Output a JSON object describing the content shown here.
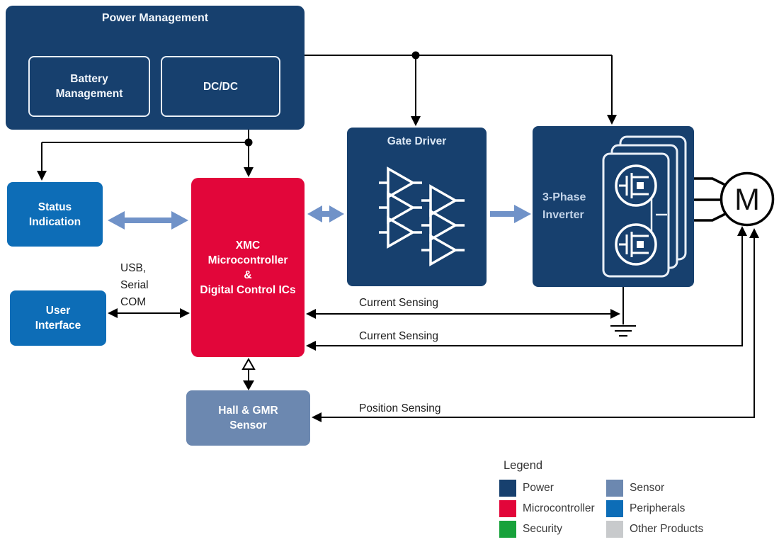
{
  "colors": {
    "power_navy": "#17406E",
    "microcontroller_red": "#E2063A",
    "peripherals_blue": "#0D6DB7",
    "sensor_blue": "#6C88B0",
    "security_green": "#18A23B",
    "other_gray": "#C8CACC",
    "flow_arrow_blue": "#7092C8",
    "connector_black": "#000000"
  },
  "blocks": {
    "power_management": {
      "title": "Power Management"
    },
    "battery_management": {
      "label": "Battery\nManagement"
    },
    "dc_dc": {
      "label": "DC/DC"
    },
    "status_indication": {
      "label": "Status\nIndication"
    },
    "user_interface": {
      "label": "User\nInterface"
    },
    "xmc": {
      "label": "XMC\nMicrocontroller\n&\nDigital Control ICs"
    },
    "gate_driver": {
      "title": "Gate Driver"
    },
    "inverter": {
      "label": "3-Phase\nInverter"
    },
    "hall_sensor": {
      "label": "Hall & GMR\nSensor"
    },
    "motor": {
      "label": "M"
    }
  },
  "connection_labels": {
    "usb": "USB,\nSerial\nCOM",
    "current_sensing_top": "Current Sensing",
    "current_sensing_bottom": "Current Sensing",
    "position_sensing": "Position Sensing"
  },
  "legend": {
    "title": "Legend",
    "items": [
      {
        "label": "Power",
        "color": "#17406E"
      },
      {
        "label": "Microcontroller",
        "color": "#E2063A"
      },
      {
        "label": "Security",
        "color": "#18A23B"
      },
      {
        "label": "Sensor",
        "color": "#6C88B0"
      },
      {
        "label": "Peripherals",
        "color": "#0D6DB7"
      },
      {
        "label": "Other Products",
        "color": "#C8CACC"
      }
    ]
  }
}
